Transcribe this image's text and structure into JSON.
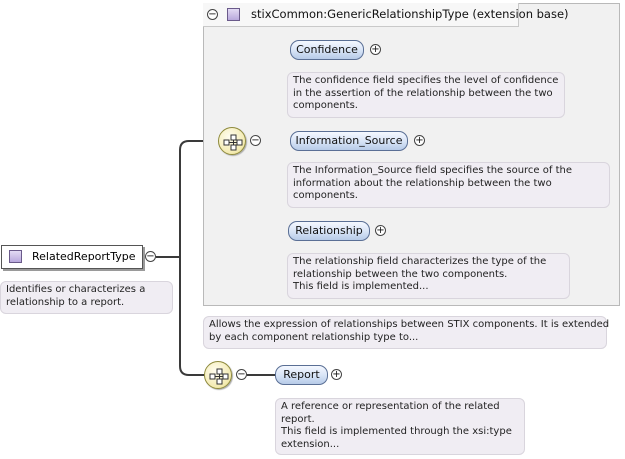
{
  "extension": {
    "title": "stixCommon:GenericRelationshipType (extension base)",
    "collapse_symbol": "−",
    "description_lines": [
      "Allows the expression of relationships between STIX components. It is extended",
      "by each component relationship type to..."
    ]
  },
  "root": {
    "label": "RelatedReportType",
    "collapse_symbol": "−",
    "description_lines": [
      "Identifies or characterizes a",
      "relationship to a report."
    ]
  },
  "inner_sequence": {
    "collapse_symbol": "−",
    "elements": [
      {
        "label": "Confidence",
        "expand_symbol": "+",
        "description_lines": [
          "The confidence field specifies the level of confidence",
          "in the assertion of the relationship between the two",
          "components."
        ]
      },
      {
        "label": "Information_Source",
        "expand_symbol": "+",
        "description_lines": [
          "The Information_Source field specifies the source of the",
          "information about the relationship between the two",
          "components."
        ]
      },
      {
        "label": "Relationship",
        "expand_symbol": "+",
        "description_lines": [
          "The relationship field characterizes the type of the",
          "relationship between the two components.",
          "This field is implemented..."
        ]
      }
    ]
  },
  "outer_sequence": {
    "collapse_symbol": "−",
    "elements": [
      {
        "label": "Report",
        "expand_symbol": "+",
        "description_lines": [
          "A reference or representation of the related",
          "report.",
          "This field is implemented through the xsi:type",
          "extension..."
        ]
      }
    ]
  }
}
